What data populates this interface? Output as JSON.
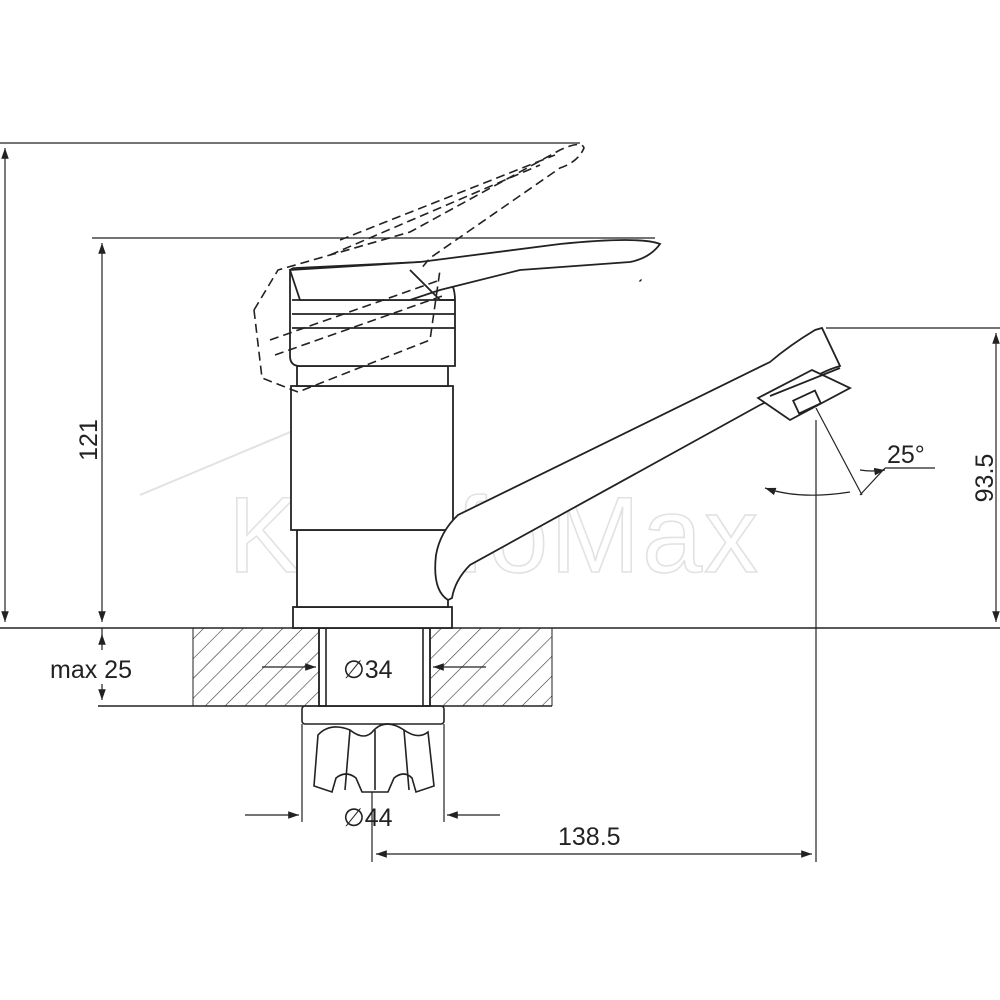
{
  "diagram": {
    "dimensions": {
      "height_total": "121",
      "spout_height": "93.5",
      "countertop_max": "max 25",
      "hole_diameter": "∅34",
      "nut_diameter": "∅44",
      "reach": "138.5",
      "swivel_angle": "25°"
    },
    "watermark": "KomfoMax",
    "colors": {
      "line": "#222222",
      "watermark": "#e2e2e2",
      "background": "#ffffff"
    }
  }
}
